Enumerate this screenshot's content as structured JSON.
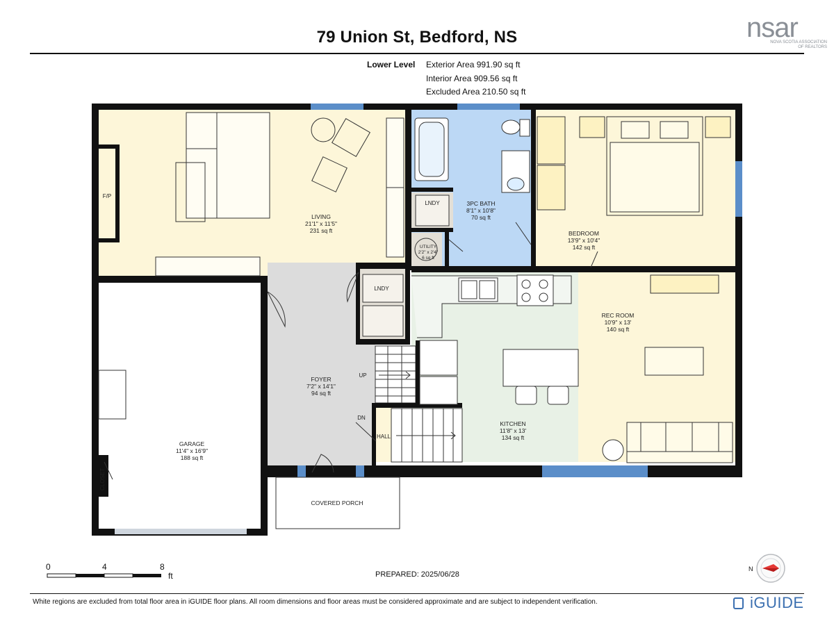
{
  "header": {
    "title": "79 Union St, Bedford, NS"
  },
  "logo": {
    "word": "nsar",
    "subtitle_line1": "Nova Scotia Association",
    "subtitle_line2": "of Realtors"
  },
  "areas": {
    "level": "Lower Level",
    "exterior": "Exterior Area 991.90 sq ft",
    "interior": "Interior Area 909.56 sq ft",
    "excluded": "Excluded Area 210.50 sq ft"
  },
  "rooms": {
    "living": {
      "name": "LIVING",
      "dims": "21'1\" x 11'5\"",
      "area": "231 sq ft"
    },
    "bath": {
      "name": "3PC BATH",
      "dims": "8'1\" x 10'8\"",
      "area": "70 sq ft"
    },
    "bedroom": {
      "name": "BEDROOM",
      "dims": "13'9\" x 10'4\"",
      "area": "142 sq ft"
    },
    "rec": {
      "name": "REC ROOM",
      "dims": "10'9\" x 13'",
      "area": "140 sq ft"
    },
    "foyer": {
      "name": "FOYER",
      "dims": "7'2\" x 14'1\"",
      "area": "94 sq ft"
    },
    "kitchen": {
      "name": "KITCHEN",
      "dims": "11'8\" x 13'",
      "area": "134 sq ft"
    },
    "garage": {
      "name": "GARAGE",
      "dims": "11'4\" x 16'9\"",
      "area": "188 sq ft"
    },
    "utility": {
      "name": "UTILITY",
      "dims": "2'2\" x 2'4\"",
      "area": "6 sq ft"
    },
    "porch": {
      "name": "COVERED PORCH"
    }
  },
  "small_labels": {
    "fireplace": "F/P",
    "laundry_upper": "LNDY",
    "laundry_lower": "LNDY",
    "closet": "CLOSET",
    "hall": "HALL",
    "stairs_up": "UP",
    "stairs_down": "DN"
  },
  "scale": {
    "ticks": [
      "0",
      "4",
      "8"
    ],
    "unit": "ft"
  },
  "prepared": "PREPARED: 2025/06/28",
  "compass_label": "N",
  "disclaimer": "White regions are excluded from total floor area in iGUIDE floor plans. All room dimensions and floor areas must be considered approximate and are subject to independent verification.",
  "brand": "iGUIDE",
  "colors": {
    "wall": "#111111",
    "living_fill": "#fdf6d9",
    "bath_fill": "#bcd8f5",
    "foyer_fill": "#dcdcdc",
    "kitchen_fill": "#e8f1e6",
    "laundry_fill": "#e3dfd6",
    "window": "#5b8ec9",
    "iguide_blue": "#3b6fb0",
    "compass_red": "#e53935"
  }
}
